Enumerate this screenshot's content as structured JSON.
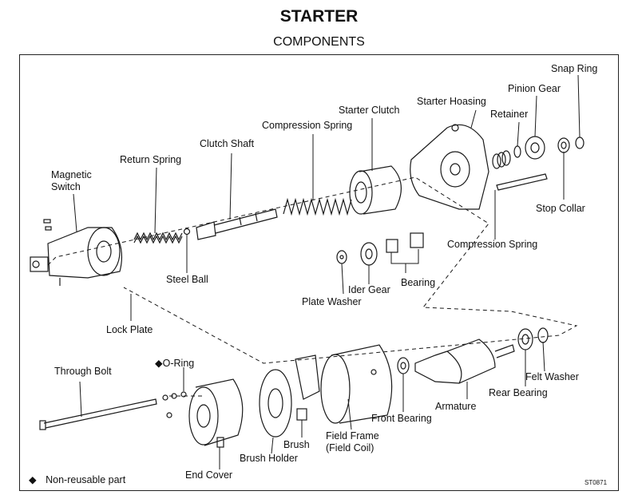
{
  "title": "STARTER",
  "subtitle": "COMPONENTS",
  "labels": {
    "snap_ring": "Snap Ring",
    "pinion_gear": "Pinion Gear",
    "starter_hoasing": "Starter Hoasing",
    "retainer": "Retainer",
    "starter_clutch": "Starter Clutch",
    "compression_spring_top": "Compression Spring",
    "clutch_shaft": "Clutch Shaft",
    "return_spring": "Return Spring",
    "magnetic_switch_1": "Magnetic",
    "magnetic_switch_2": "Switch",
    "stop_collar": "Stop Collar",
    "compression_spring_mid": "Compression Spring",
    "bearing": "Bearing",
    "ider_gear": "Ider Gear",
    "plate_washer": "Plate Washer",
    "steel_ball": "Steel Ball",
    "lock_plate": "Lock Plate",
    "o_ring": "O-Ring",
    "through_bolt": "Through Bolt",
    "felt_washer": "Felt Washer",
    "rear_bearing": "Rear Bearing",
    "armature": "Armature",
    "front_bearing": "Front Bearing",
    "field_frame_1": "Field Frame",
    "field_frame_2": "(Field Coil)",
    "brush": "Brush",
    "brush_holder": "Brush Holder",
    "end_cover": "End Cover"
  },
  "o_ring_marker": "◆",
  "legend": {
    "symbol": "◆",
    "text": "Non-reusable part"
  },
  "figure_code": "ST0871"
}
